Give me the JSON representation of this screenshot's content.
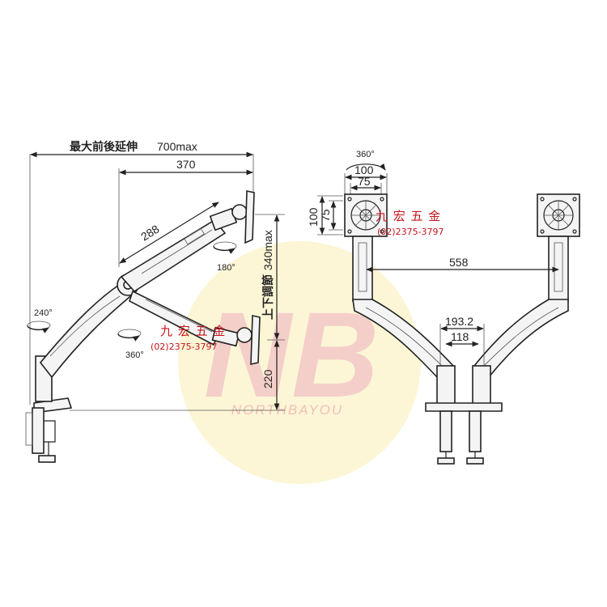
{
  "header": {
    "max_extension_label": "最大前後延伸",
    "max_extension_value": "700max"
  },
  "left_view": {
    "dim_370": "370",
    "dim_288": "288",
    "angle_180": "180°",
    "angle_240": "240°",
    "angle_360": "360°",
    "height_adjust_label": "上下調節",
    "height_adjust_value": "340max",
    "dim_220": "220"
  },
  "right_view": {
    "angle_360": "360°",
    "vesa_100_h": "100",
    "vesa_75_h": "75",
    "vesa_100_v": "100",
    "vesa_75_v": "75",
    "dim_558": "558",
    "dim_193": "193.2",
    "dim_118": "118"
  },
  "stamp": {
    "name": "九 宏 五 金",
    "phone": "(02)2375-3797"
  },
  "watermark": {
    "logo": "NB",
    "text": "NORTHBAYOU"
  },
  "colors": {
    "line": "#222222",
    "stamp_red": "#c4161c",
    "watermark_yellow": "#fbf3c8",
    "watermark_red": "#f3c6c6"
  }
}
